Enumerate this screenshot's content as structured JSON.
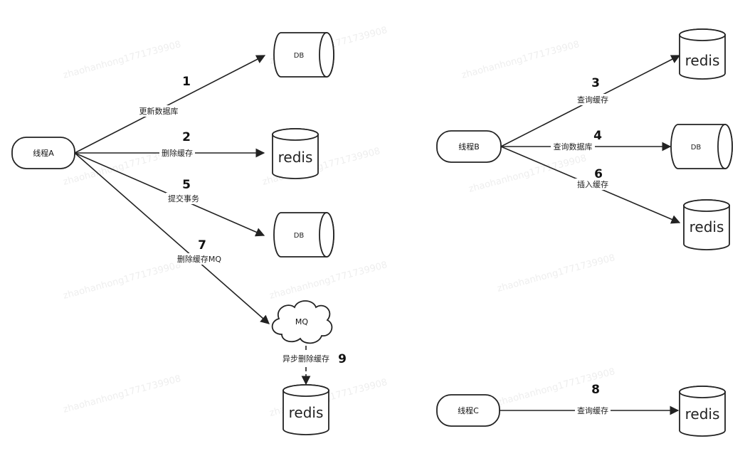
{
  "nodes": {
    "thread_a": "线程A",
    "thread_b": "线程B",
    "thread_c": "线程C",
    "db_a1": "DB",
    "db_a2": "DB",
    "db_b": "DB",
    "redis_a1": "redis",
    "redis_a2": "redis",
    "redis_b1": "redis",
    "redis_b2": "redis",
    "redis_c": "redis",
    "mq": "MQ"
  },
  "edges": {
    "e1": {
      "step": "1",
      "label": "更新数据库"
    },
    "e2": {
      "step": "2",
      "label": "删除缓存"
    },
    "e5": {
      "step": "5",
      "label": "提交事务"
    },
    "e7": {
      "step": "7",
      "label": "删除缓存MQ"
    },
    "e9": {
      "step": "9",
      "label": "异步删除缓存"
    },
    "e3": {
      "step": "3",
      "label": "查询缓存"
    },
    "e4": {
      "step": "4",
      "label": "查询数据库"
    },
    "e6": {
      "step": "6",
      "label": "插入缓存"
    },
    "e8": {
      "step": "8",
      "label": "查询缓存"
    }
  },
  "watermark": "zhaohanhong1771739908"
}
